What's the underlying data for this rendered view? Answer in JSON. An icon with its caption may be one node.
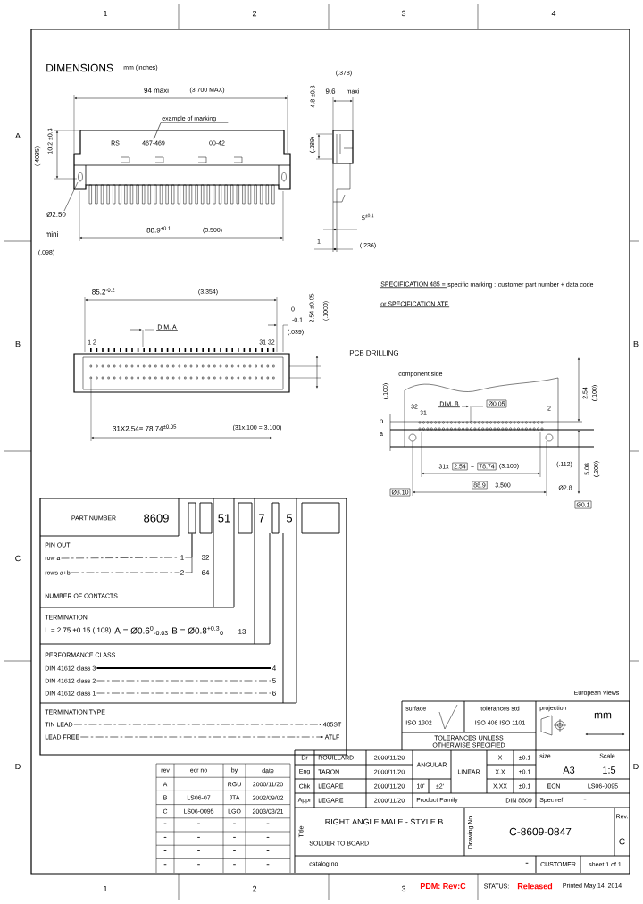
{
  "diagram": {
    "title": "DIMENSIONS",
    "nodes": [
      {
        "text": [
          "example of marking"
        ]
      },
      {
        "text": [
          "467-469"
        ]
      },
      {
        "text": [
          "row a"
        ]
      },
      {
        "text": [
          "1"
        ]
      },
      {
        "text": [
          "rows a+b"
        ]
      },
      {
        "text": [
          "2"
        ]
      },
      {
        "text": [
          "DIN 41612 class 3"
        ]
      },
      {
        "text": [
          "4"
        ]
      },
      {
        "text": [
          "DIN 41612 class 2"
        ]
      },
      {
        "text": [
          "5"
        ]
      },
      {
        "text": [
          "DIN 41612 class 1"
        ]
      },
      {
        "text": [
          "6"
        ]
      },
      {
        "text": [
          "TIN LEAD"
        ]
      },
      {
        "text": [
          "485ST"
        ]
      },
      {
        "text": [
          "LEAD FREE"
        ]
      },
      {
        "text": [
          "ATLF"
        ]
      },
      {
        "text": [],
        "shape": "box"
      }
    ],
    "edges": [
      {
        "from": 0,
        "to": 1,
        "arrow": "to"
      },
      {
        "from": 2,
        "to": 3,
        "arrow": "none",
        "style": "dashed"
      },
      {
        "from": 4,
        "to": 5,
        "arrow": "none",
        "style": "dashed"
      },
      {
        "from": 6,
        "to": 7,
        "arrow": "none",
        "style": "thick"
      },
      {
        "from": 8,
        "to": 9,
        "arrow": "none",
        "style": "dashed"
      },
      {
        "from": 10,
        "to": 11,
        "arrow": "none",
        "style": "dashed"
      },
      {
        "from": 12,
        "to": 13,
        "arrow": "to",
        "style": "dashed"
      },
      {
        "from": 14,
        "to": 15,
        "arrow": "to",
        "style": "dashed"
      },
      {
        "from": 3,
        "to": 16,
        "arrow": "none"
      },
      {
        "from": 5,
        "to": 16,
        "arrow": "none"
      }
    ],
    "labels": [
      "1",
      "2",
      "3",
      "4",
      "A",
      "B",
      "B",
      "C",
      "D",
      "D",
      "1",
      "2",
      "3",
      "mm (inches)",
      "94 maxi",
      "(3.700 MAX)",
      "RS",
      "00-42",
      "10.2 ±0.3",
      "(.4035)",
      "Ø2.50",
      "mini",
      "(.098)",
      "88.9$^{±0.1}$",
      "(3.500)",
      "(.378)",
      "9.6",
      "maxi",
      "4.8 ±0.3",
      "(.189)",
      "5$^{±0.1}$",
      "1",
      "(.236)",
      "85.2$^{-0.2}$",
      "(3.354)",
      "DIM. A",
      "1 2",
      "31 32",
      "0",
      "-0.1",
      "(.039)",
      "2.54 ±0.05",
      "(.1000)",
      "31X2.54= 78.74$^{±0.05}$",
      "(31x.100 = 3.100)",
      "SPECIFICATION 485 =",
      "specific marking : customer part number + data code",
      "or SPECIFICATION ATF",
      "PCB DRILLING",
      "component side",
      "(.100)",
      "DIM. B",
      "Ø0.05",
      "32",
      "31",
      "2",
      "b",
      "a",
      "31x",
      "2.54",
      "=",
      "78.74",
      "(3.100)",
      "88.9",
      "3.500",
      "Ø3.10",
      "(.112)",
      "Ø2.8",
      "Ø0.1",
      "2.54",
      "(.100)",
      "5.08",
      "(.200)",
      "PART NUMBER",
      "8609",
      "51",
      "7",
      "5",
      "PIN OUT",
      "32",
      "64",
      "NUMBER OF CONTACTS",
      "TERMINATION",
      "L = 2.75 ±0.15 (.108)",
      "A = Ø0.6$^{0}$$_{-0.03}$",
      "B = Ø0.8$^{+0.3}$$_{0}$",
      "13",
      "PERFORMANCE CLASS",
      "TERMINATION TYPE",
      "rev",
      "ecr no",
      "by",
      "date",
      "A",
      "-",
      "RGU",
      "2000/11/20",
      "B",
      "LS06-07",
      "JTA",
      "2002/09/02",
      "C",
      "LS06-0095",
      "LGO",
      "2003/03/21",
      "-",
      "-",
      "-",
      "-",
      "-",
      "-",
      "-",
      "-",
      "-",
      "-",
      "-",
      "-",
      "-",
      "-",
      "-",
      "-",
      "European Views",
      "surface",
      "ISO 1302",
      "tolerances std",
      "ISO 406 ISO 1101",
      "TOLERANCES UNLESS OTHERWISE SPECIFIED",
      "projection",
      "mm",
      "Dr",
      "ROUILLARD",
      "2000/11/20",
      "Eng",
      "TARON",
      "2000/11/20",
      "Chk",
      "LEGARE",
      "2000/11/20",
      "Appr",
      "LEGARE",
      "2000/11/20",
      "ANGULAR",
      "LINEAR",
      "X",
      "±0.1",
      "X.X",
      "±0.1",
      "10'",
      "±2'",
      "X.XX",
      "±0.1",
      "Product Family",
      "DIN 8609",
      "size",
      "Scale",
      "A3",
      "1:5",
      "ECN",
      "LS06-0095",
      "Spec ref",
      "-",
      "Title",
      "RIGHT ANGLE MALE - STYLE B",
      "SOLDER TO BOARD",
      "Drawing No.",
      "C-8609-0847",
      "Rev.",
      "C",
      "catalog no",
      "-",
      "CUSTOMER",
      "sheet 1 of 1",
      "PDM: Rev:C",
      "STATUS:",
      "Released",
      "Printed May 14, 2014"
    ]
  }
}
